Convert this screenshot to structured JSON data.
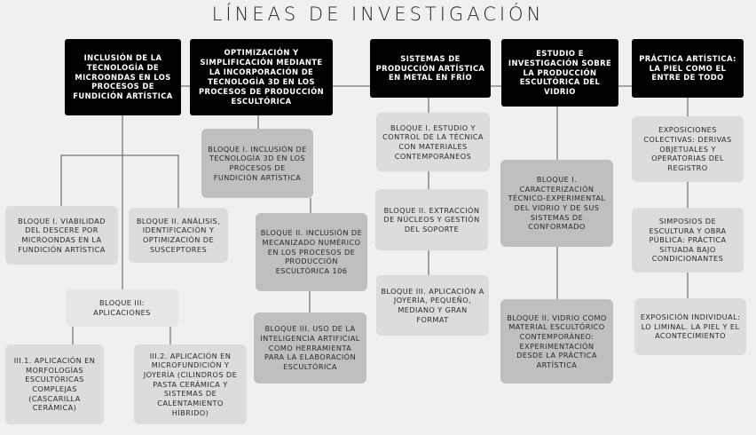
{
  "title": "LÍNEAS DE INVESTIGACIÓN",
  "heads": [
    "INCLUSIÓN DE LA TECNOLOGÍA DE MICROONDAS EN LOS PROCESOS DE FUNDICIÓN ARTÍSTICA",
    "OPTIMIZACIÓN Y SIMPLIFICACIÓN MEDIANTE LA INCORPORACIÓN DE TECNOLOGÍA 3D EN LOS PROCESOS DE PRODUCCIÓN ESCULTÓRICA",
    "SISTEMAS DE PRODUCCIÓN ARTÍSTICA EN METAL EN FRÍO",
    "ESTUDIO E INVESTIGACIÓN SOBRE LA PRODUCCIÓN ESCULTÓRICA DEL VIDRIO",
    "PRÁCTICA ARTÍSTICA: LA PIEL COMO EL ENTRE DE TODO"
  ],
  "col1": {
    "b1": "BLOQUE I. VIABILIDAD DEL DESCERE POR MICROONDAS EN LA FUNDICIÓN ARTÍSTICA",
    "b2": "BLOQUE II. ANÁLISIS, IDENTIFICACIÓN Y OPTIMIZACIÓN DE SUSCEPTORES",
    "b3": "BLOQUE III: APLICACIONES",
    "b31": "III.1. APLICACIÓN EN MORFOLOGÍAS ESCULTÓRICAS COMPLEJAS (CASCARILLA CERÁMICA)",
    "b32": "III.2. APLICACIÓN EN MICROFUNDICIÓN Y JOYERÍA (CILINDROS DE PASTA CERÁMICA Y SISTEMAS DE CALENTAMIENTO HÍBRIDO)"
  },
  "col2": [
    "BLOQUE I. INCLUSIÓN DE TECNOLOGÍA 3D EN LOS PROCESOS DE FUNDICIÓN ARTÍSTICA",
    "BLOQUE II. INCLUSIÓN DE MECANIZADO NUMÉRICO EN LOS PROCESOS DE PRODUCCIÓN ESCULTÓRICA 106",
    "BLOQUE III. USO DE LA INTELIGENCIA ARTIFICIAL COMO HERRAMIENTA PARA LA ELABORACIÓN ESCULTÓRICA"
  ],
  "col3": [
    "BLOQUE I. ESTUDIO Y CONTROL DE LA TÉCNICA CON MATERIALES CONTEMPORÁNEOS",
    "BLOQUE II. EXTRACCIÓN DE NÚCLEOS Y GESTIÓN DEL SOPORTE",
    "BLOQUE III. APLICACIÓN A JOYERÍA, PEQUEÑO, MEDIANO Y GRAN FORMAT"
  ],
  "col4": [
    "BLOQUE I. CARACTERIZACIÓN TÉCNICO-EXPERIMENTAL DEL VIDRIO Y DE SUS SISTEMAS DE CONFORMADO",
    "BLOQUE II. VIDRIO COMO MATERIAL ESCULTÓRICO CONTEMPORÁNEO: EXPERIMENTACIÓN DESDE LA PRÁCTICA ARTÍSTICA"
  ],
  "col5": [
    "EXPOSICIONES COLECTIVAS: DERIVAS OBJETUALES Y OPERATORIAS DEL REGISTRO",
    "SIMPOSIOS DE ESCULTURA Y OBRA PÚBLICA: PRÁCTICA SITUADA BAJO CONDICIONANTES",
    "EXPOSICIÓN INDIVIDUAL: LO LIMINAL. LA PIEL Y EL ACONTECIMIENTO"
  ]
}
